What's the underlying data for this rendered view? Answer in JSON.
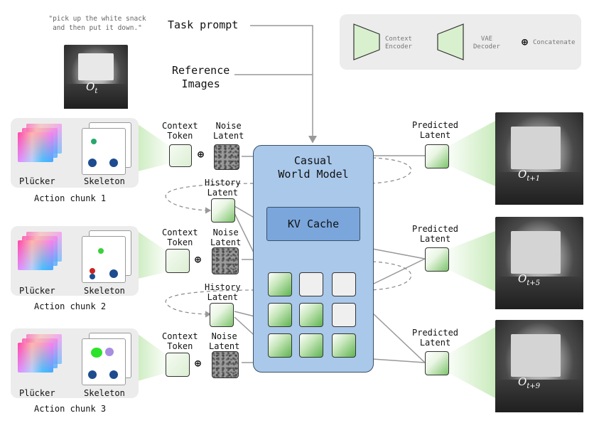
{
  "task": {
    "quote_line1": "\"pick up the white snack",
    "quote_line2": "and then put it down.\"",
    "prompt_label": "Task prompt",
    "ref_line1": "Reference",
    "ref_line2": "Images"
  },
  "obs_current": "O_t",
  "legend": {
    "context_line1": "Context",
    "context_line2": "Encoder",
    "vae_line1": "VAE",
    "vae_line2": "Decoder",
    "concat_symbol": "⊕",
    "concat_label": "Concatenate"
  },
  "chunks": [
    {
      "plucker": "Plücker",
      "skeleton": "Skeleton",
      "caption": "Action chunk 1"
    },
    {
      "plucker": "Plücker",
      "skeleton": "Skeleton",
      "caption": "Action chunk 2"
    },
    {
      "plucker": "Plücker",
      "skeleton": "Skeleton",
      "caption": "Action chunk 3"
    }
  ],
  "tokens": {
    "context_line1": "Context",
    "context_line2": "Token",
    "noise_line1": "Noise",
    "noise_line2": "Latent",
    "history_line1": "History",
    "history_line2": "Latent",
    "concat_symbol": "⊕"
  },
  "model": {
    "title_line1": "Casual",
    "title_line2": "World Model",
    "kv_label": "KV Cache"
  },
  "predicted": {
    "line1": "Predicted",
    "line2": "Latent"
  },
  "outputs": [
    {
      "base": "O",
      "sub": "t+1"
    },
    {
      "base": "O",
      "sub": "t+5"
    },
    {
      "base": "O",
      "sub": "t+9"
    }
  ],
  "colors": {
    "model_fill": "#a9c8ea",
    "kv_fill": "#7aa6dc",
    "latent_green": "#5fb451",
    "panel_gray": "#ececec"
  }
}
